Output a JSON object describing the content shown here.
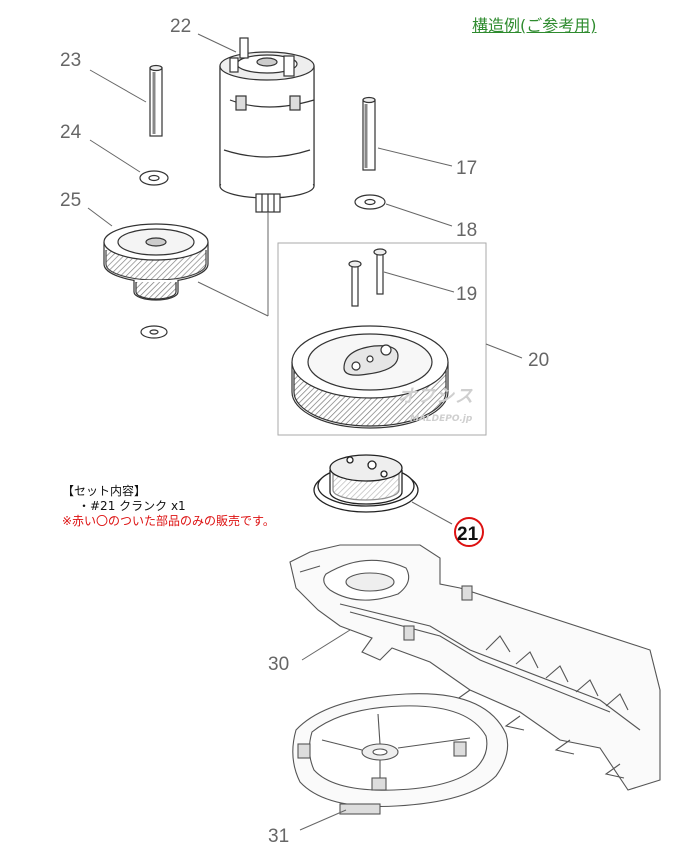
{
  "header": {
    "title": "構造例(ご参考用)",
    "color": "#2e8b2e"
  },
  "set_contents": {
    "heading": "【セット内容】",
    "item": "・#21 クランク x1",
    "note": "※赤い〇のついた部品のみの販売です。"
  },
  "parts": [
    {
      "number": "22"
    },
    {
      "number": "23"
    },
    {
      "number": "24"
    },
    {
      "number": "25"
    },
    {
      "number": "17"
    },
    {
      "number": "18"
    },
    {
      "number": "19"
    },
    {
      "number": "20"
    },
    {
      "number": "21",
      "highlighted": true
    },
    {
      "number": "30"
    },
    {
      "number": "31"
    }
  ],
  "watermark": {
    "logo": "オフシス",
    "site": "MALDEPO.jp"
  },
  "colors": {
    "highlight": "#dd1111",
    "line": "#555555",
    "label": "#666666"
  }
}
